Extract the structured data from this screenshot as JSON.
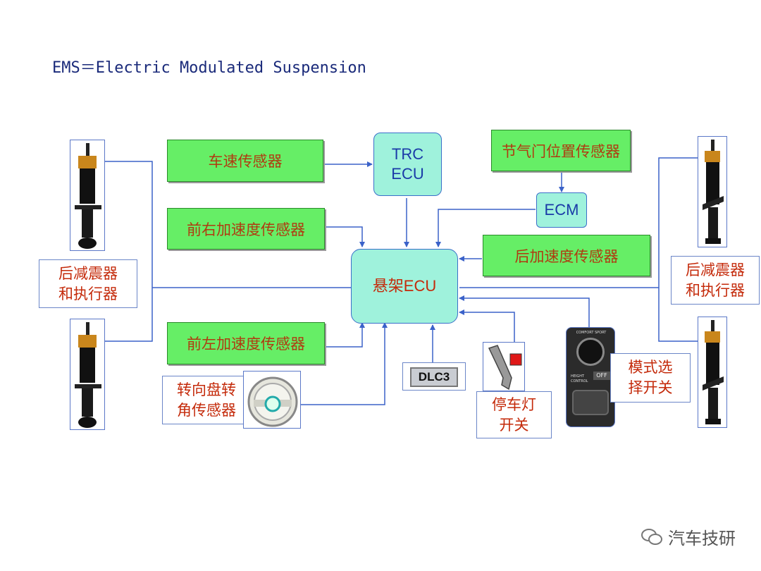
{
  "title": "EMS＝Electric Modulated Suspension",
  "boxes": {
    "vehicle_speed_sensor": "车速传感器",
    "front_right_accel": "前右加速度传感器",
    "front_left_accel": "前左加速度传感器",
    "rear_accel": "后加速度传感器",
    "throttle_position_sensor": "节气门位置传感器",
    "trc_ecu_line1": "TRC",
    "trc_ecu_line2": "ECU",
    "ecm": "ECM",
    "suspension_ecu": "悬架ECU",
    "dlc3": "DLC3"
  },
  "labels": {
    "rear_shock_left_line1": "后减震器",
    "rear_shock_left_line2": "和执行器",
    "rear_shock_right_line1": "后减震器",
    "rear_shock_right_line2": "和执行器",
    "steering_sensor_line1": "转向盘转",
    "steering_sensor_line2": "角传感器",
    "brake_switch_line1": "停车灯",
    "brake_switch_line2": "开关",
    "mode_switch_line1": "模式选",
    "mode_switch_line2": "择开关"
  },
  "mode_switch_panel": {
    "top_text": "COMFORT SPORT",
    "height_control": "HEIGHT CONTROL",
    "off": "OFF"
  },
  "watermark": "汽车技研",
  "colors": {
    "sensor_box": "#66ee66",
    "ecu_box": "#9ff2dc",
    "wire": "#3b62c9",
    "label_text": "#c42a0a"
  }
}
